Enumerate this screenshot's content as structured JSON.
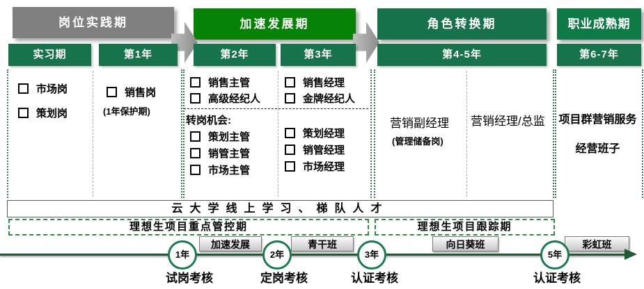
{
  "colors": {
    "gray_phase_header": "#808080",
    "bright_green_header": "#068206",
    "dark_green_header": "#17714A",
    "year_bar_green": "#17734C",
    "dotted_border_green": "#35794F",
    "dashed_bar_green": "#2F8B3F",
    "timeline_green": "#1E5A32",
    "badge_gray": "#C7C7C7"
  },
  "phases": [
    {
      "title": "岗位实践期",
      "columns": [
        {
          "year": "实习期",
          "items": [
            "市场岗",
            "策划岗"
          ]
        },
        {
          "year": "第1年",
          "items": [
            "销售岗"
          ],
          "note": "(1年保护期)"
        }
      ]
    },
    {
      "title": "加速发展期",
      "columns": [
        {
          "year": "第2年",
          "top_items": [
            "销售主管",
            "高级经纪人"
          ],
          "transfer_label": "转岗机会:",
          "bottom_items": [
            "策划主管",
            "销管主管",
            "市场主管"
          ]
        },
        {
          "year": "第3年",
          "top_items": [
            "销售经理",
            "金牌经纪人"
          ],
          "bottom_items": [
            "策划经理",
            "销管经理",
            "市场经理"
          ]
        }
      ]
    },
    {
      "title": "角色转换期",
      "year": "第4-5年",
      "columns": [
        {
          "role": "营销副经理",
          "note": "(管理储备岗)"
        },
        {
          "role": "营销经理/总监"
        }
      ]
    },
    {
      "title": "职业成熟期",
      "year": "第6-7年",
      "role": "项目群营销服务经营班子"
    }
  ],
  "program_bars": {
    "online_learning": "云大学线上学习、梯队人才",
    "control_period": "理想生项目重点管控期",
    "tracking_period": "理想生项目跟踪期"
  },
  "badges": [
    "加速发展",
    "青干班",
    "向日葵班",
    "彩虹班"
  ],
  "timeline_milestones": [
    {
      "year": "1年",
      "label": "试岗考核"
    },
    {
      "year": "2年",
      "label": "定岗考核"
    },
    {
      "year": "3年",
      "label": "认证考核"
    },
    {
      "year": "5年",
      "label": "认证考核"
    }
  ]
}
